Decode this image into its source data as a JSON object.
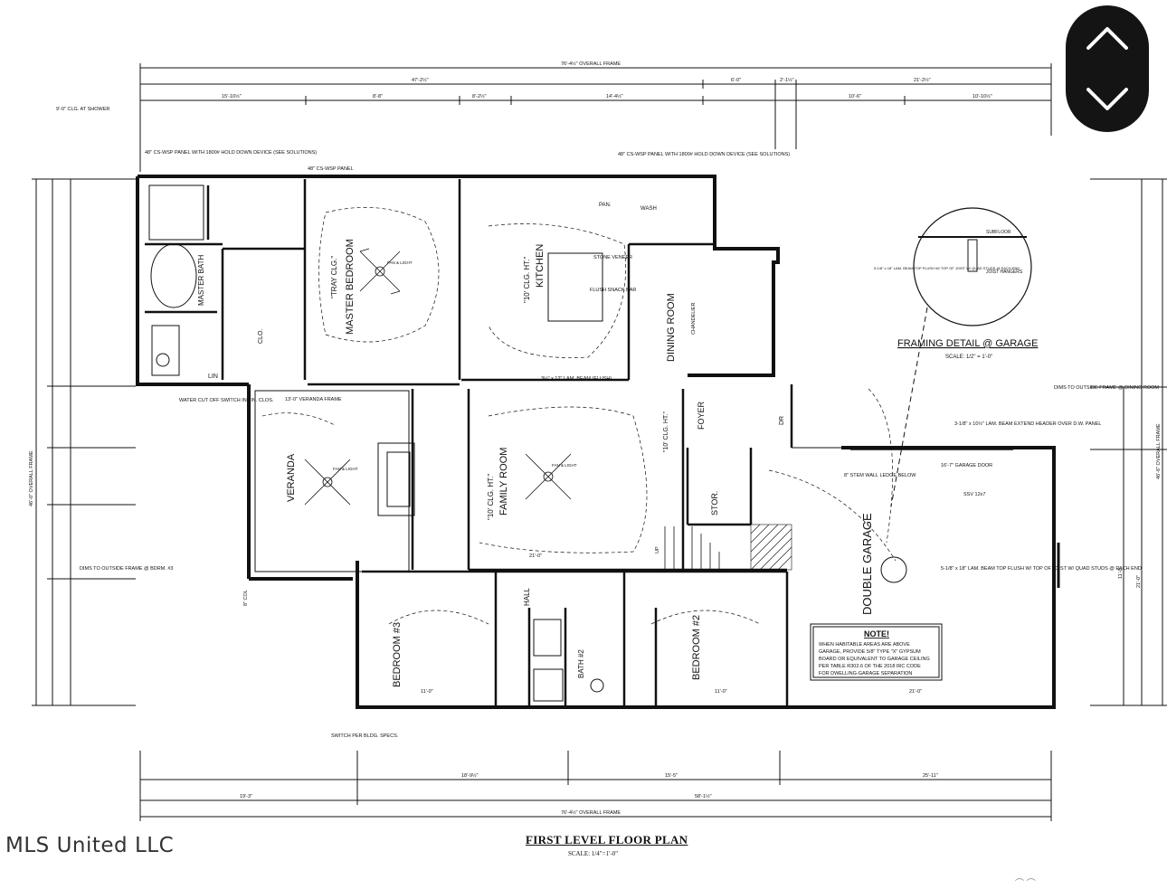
{
  "nav": {
    "up_label": "Previous",
    "down_label": "Next"
  },
  "watermark": "MLS United LLC",
  "title": "FIRST LEVEL FLOOR PLAN",
  "scale": "SCALE: 1/4\"=1'-0\"",
  "corner_mark": "⌒ ⌒",
  "rooms": {
    "master_bedroom": "MASTER BEDROOM",
    "master_bath": "MASTER BATH",
    "kitchen": "KITCHEN",
    "dining_room": "DINING ROOM",
    "family_room": "FAMILY ROOM",
    "veranda": "VERANDA",
    "foyer": "FOYER",
    "stor": "STOR.",
    "double_garage": "DOUBLE GARAGE",
    "bedroom_3": "BEDROOM #3",
    "bedroom_2": "BEDROOM #2",
    "bath_2": "BATH #2",
    "hall": "HALL",
    "clo_master": "CLO.",
    "lin": "LIN",
    "wash": "WASH",
    "pan": "PAN.",
    "dr": "DR"
  },
  "ceilings": {
    "master": "\"TRAY CLG.\"",
    "kitchen": "\"10' CLG. HT.\"",
    "family": "\"10' CLG. HT.\"",
    "foyer": "\"10' CLG. HT.\""
  },
  "framing_detail": {
    "title": "FRAMING DETAIL @ GARAGE",
    "scale": "SCALE: 1/2\" = 1'-0\"",
    "subfloor": "SUBFLOOR",
    "joist": "JOIST HANGERS",
    "beam": "5-1/8\" x 18\" LAM. BEAM TOP FLUSH W/ TOP OF JOIST W/ QUAD STUDS @ EACH END"
  },
  "note": {
    "title": "NOTE!",
    "lines": [
      "WHEN HABITABLE AREAS ARE ABOVE",
      "GARAGE, PROVIDE 5/8\" TYPE \"X\" GYPSUM",
      "BOARD OR EQUIVALENT TO GARAGE CEILING",
      "PER TABLE R302.6 OF THE 2018 IRC CODE",
      "FOR DWELLING-GARAGE SEPARATION"
    ]
  },
  "dims": {
    "overall_top": "76'-4½\" OVERALL FRAME",
    "overall_bottom": "76'-4½\" OVERALL FRAME",
    "top_47": "47'-2½\"",
    "top_6": "6'-0\"",
    "top_2": "2'-1½\"",
    "top_21": "21'-2½\"",
    "top_15": "15'-10½\"",
    "top_8a": "8'-8\"",
    "top_8b": "8'-2½\"",
    "top_14": "14'-4½\"",
    "top_10a": "10'-6\"",
    "top_10b": "10'-10½\"",
    "bot_18": "18'-9½\"",
    "bot_15": "15'-5\"",
    "bot_25": "25'-11\"",
    "bot_19": "19'-3\"",
    "bot_58": "58'-1½\"",
    "left_overall": "46'-0\" OVERALL FRAME",
    "right_overall": "46'-6\" OVERALL FRAME",
    "right_21": "21'-0\"",
    "right_11": "11'-0\"",
    "veranda_frame": "13'-0\" VERANDA FRAME",
    "garage_door": "16'-7\" GARAGE DOOR",
    "w_20": "21'-0\"",
    "w_11a": "11'-0\"",
    "w_11b": "11'-0\"",
    "w_21b": "21'-0\""
  },
  "annotations": {
    "clg_shower": "9'-0\" CLG. AT SHOWER",
    "panel_1": "48\" CS-WSP PANEL WITH 1800# HOLD DOWN DEVICE (SEE SOLUTIONS)",
    "panel_2": "48\" CS-WSP PANEL",
    "panel_3": "48\" CS-WSP PANEL WITH 1800# HOLD DOWN DEVICE (SEE SOLUTIONS)",
    "water_cutoff": "WATER CUT OFF SWITCH IN LIN. CLOS.",
    "lam_beam": "3½\" x 12\" LAM. BEAM (FLUSH)",
    "snack_bar": "FLUSH SNACK BAR",
    "stone_veneer": "STONE VENEER",
    "chandelier": "CHANDELIER",
    "stem_wall": "8\" STEM WALL LEDGE BELOW",
    "dims_outside": "DIMS TO OUTSIDE FRAME @ DINING ROOM",
    "dims_bdrm": "DIMS TO OUTSIDE FRAME @ BDRM. #3",
    "col": "8\" COL",
    "switch_spec": "SWITCH PER BLDG. SPECS.",
    "fan_light": "FAN & LIGHT",
    "up": "UP",
    "ssv": "SSV 12x7",
    "lam_beam_2": "3-1/8\" x 10½\" LAM. BEAM EXTEND HEADER OVER D.W. PANEL",
    "beam_garage": "5-1/8\" x 18\" LAM. BEAM TOP FLUSH W/ TOP OF JOIST W/ QUAD STUDS @ EACH END"
  }
}
